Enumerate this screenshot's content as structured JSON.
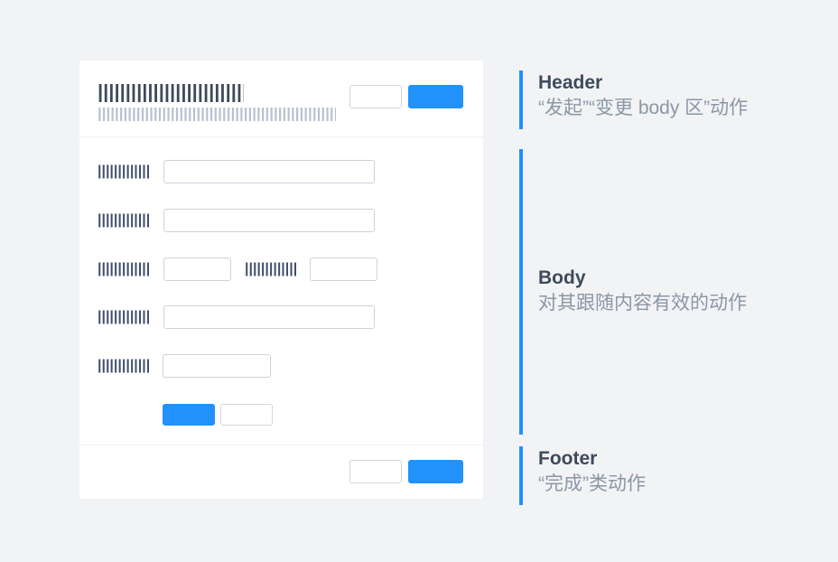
{
  "canvas": {
    "background_color": "#f2f3f5",
    "accent_color": "#2191fb"
  },
  "dialog": {
    "header": {
      "title_skeleton": "||||||||||||||||||||||||||||||||",
      "subtitle_skeleton": "|||||||||||||||||||||||||||||||||||||||||||||||||||||||||||||||||",
      "buttons": [
        {
          "name": "header-secondary-button",
          "style": "ghost",
          "label": ""
        },
        {
          "name": "header-primary-button",
          "style": "primary",
          "label": ""
        }
      ]
    },
    "body": {
      "rows": [
        {
          "label_skeleton": "|||||||||||||",
          "input_width": 234,
          "second_label_skeleton": null,
          "second_input_width": null
        },
        {
          "label_skeleton": "|||||||||||||",
          "input_width": 234,
          "second_label_skeleton": null,
          "second_input_width": null
        },
        {
          "label_skeleton": "|||||||||||||",
          "input_width": 75,
          "second_label_skeleton": "|||||||||||||",
          "second_input_width": 75
        },
        {
          "label_skeleton": "|||||||||||||",
          "input_width": 234,
          "second_label_skeleton": null,
          "second_input_width": null
        },
        {
          "label_skeleton": "|||||||||||||",
          "input_width": 120,
          "second_label_skeleton": null,
          "second_input_width": null
        }
      ],
      "buttons": [
        {
          "name": "body-primary-button",
          "style": "primary",
          "label": ""
        },
        {
          "name": "body-secondary-button",
          "style": "ghost",
          "label": ""
        }
      ]
    },
    "footer": {
      "buttons": [
        {
          "name": "footer-secondary-button",
          "style": "ghost",
          "label": ""
        },
        {
          "name": "footer-primary-button",
          "style": "primary",
          "label": ""
        }
      ]
    }
  },
  "annotations": [
    {
      "key": "header",
      "title": "Header",
      "description": "“发起”“变更 body 区”动作"
    },
    {
      "key": "body",
      "title": "Body",
      "description": "对其跟随内容有效的动作"
    },
    {
      "key": "footer",
      "title": "Footer",
      "description": "“完成”类动作"
    }
  ]
}
